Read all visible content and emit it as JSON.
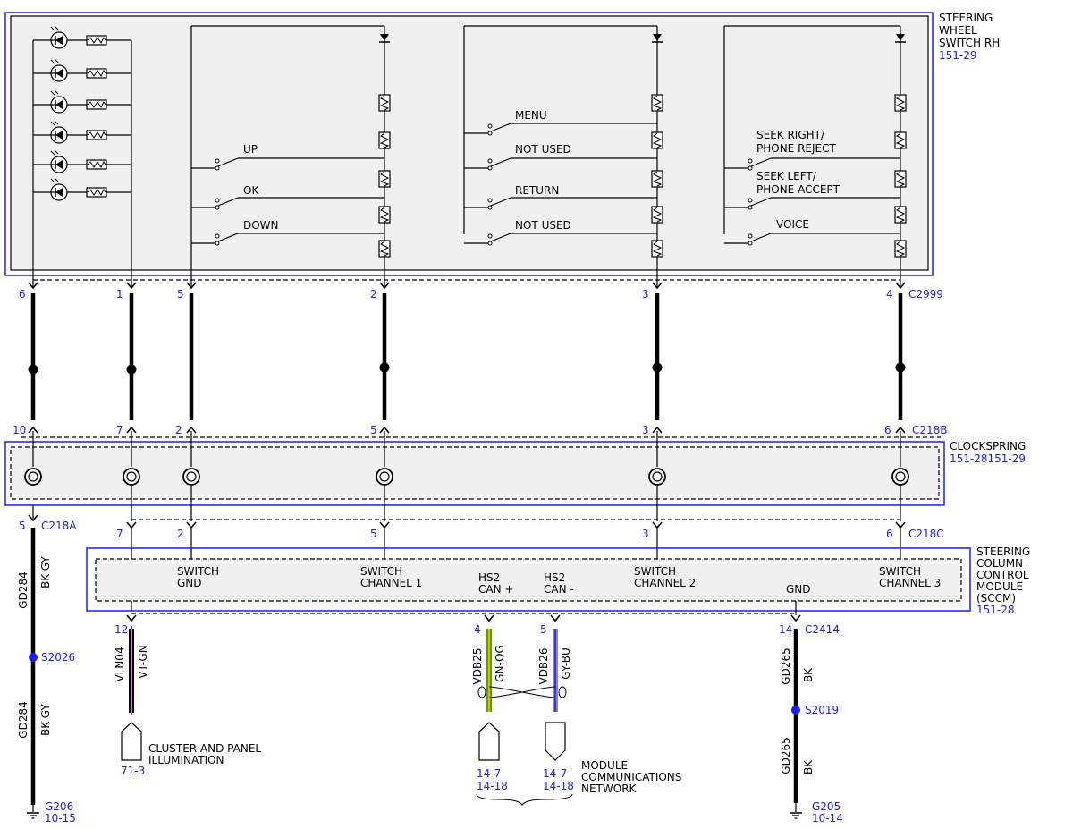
{
  "components": {
    "swsr": {
      "name_lines": [
        "STEERING",
        "WHEEL",
        "SWITCH RH"
      ],
      "ref": "151-29"
    },
    "clockspring": {
      "name": "CLOCKSPRING",
      "ref": "151-28151-29"
    },
    "sccm": {
      "name_lines": [
        "STEERING",
        "COLUMN",
        "CONTROL",
        "MODULE",
        "(SCCM)"
      ],
      "ref": "151-28"
    }
  },
  "switches": {
    "ch1": [
      "UP",
      "OK",
      "DOWN"
    ],
    "ch2": [
      "MENU",
      "NOT USED",
      "RETURN",
      "NOT USED"
    ],
    "ch3": {
      "seek_right": [
        "SEEK RIGHT/",
        "PHONE REJECT"
      ],
      "seek_left": [
        "SEEK LEFT/",
        "PHONE ACCEPT"
      ],
      "voice": "VOICE"
    }
  },
  "connectors": {
    "c2999": {
      "name": "C2999",
      "pins": [
        "6",
        "1",
        "5",
        "2",
        "3",
        "4"
      ]
    },
    "c218b": {
      "name": "C218B",
      "pins": [
        "10",
        "7",
        "2",
        "5",
        "3",
        "6"
      ]
    },
    "c218a": {
      "name": "C218A",
      "pin": "5"
    },
    "c218c": {
      "name": "C218C",
      "pins": [
        "7",
        "2",
        "5",
        "3",
        "6"
      ]
    },
    "c2414": {
      "name": "C2414",
      "pin": "14"
    }
  },
  "sccm_pins": {
    "switch_gnd": [
      "SWITCH",
      "GND"
    ],
    "switch_ch1": [
      "SWITCH",
      "CHANNEL 1"
    ],
    "hs2_can_plus": [
      "HS2",
      "CAN +"
    ],
    "hs2_can_minus": [
      "HS2",
      "CAN -"
    ],
    "switch_ch2": [
      "SWITCH",
      "CHANNEL 2"
    ],
    "gnd": "GND",
    "switch_ch3": [
      "SWITCH",
      "CHANNEL 3"
    ],
    "illum_pin": "12",
    "can_plus_pin": "4",
    "can_minus_pin": "5"
  },
  "wires": {
    "gd284": {
      "circuit": "GD284",
      "color": "BK-GY"
    },
    "vln04": {
      "circuit": "VLN04",
      "color": "VT-GN"
    },
    "vdb25": {
      "circuit": "VDB25",
      "color": "GN-OG"
    },
    "vdb26": {
      "circuit": "VDB26",
      "color": "GY-BU"
    },
    "gd265": {
      "circuit": "GD265",
      "color": "BK"
    }
  },
  "splices": {
    "s2026": "S2026",
    "s2019": "S2019"
  },
  "grounds": {
    "g206": {
      "name": "G206",
      "ref": "10-15"
    },
    "g205": {
      "name": "G205",
      "ref": "10-14"
    }
  },
  "destinations": {
    "cluster": {
      "label_lines": [
        "CLUSTER AND PANEL",
        "ILLUMINATION"
      ],
      "ref": "71-3"
    },
    "mcn": {
      "label_lines": [
        "MODULE",
        "COMMUNICATIONS",
        "NETWORK"
      ],
      "ref1": "14-7",
      "ref2": "14-18"
    }
  },
  "colors": {
    "border_blue": "#1a1aff",
    "ref_blue": "#1a1aff",
    "box_fill": "#f0f0f0",
    "vt_stripe": "#d080d0",
    "gn_wire": "#44aa00",
    "og_stripe": "#ffaa00",
    "gy_wire": "#8888aa",
    "bu_stripe": "#3333ff"
  }
}
